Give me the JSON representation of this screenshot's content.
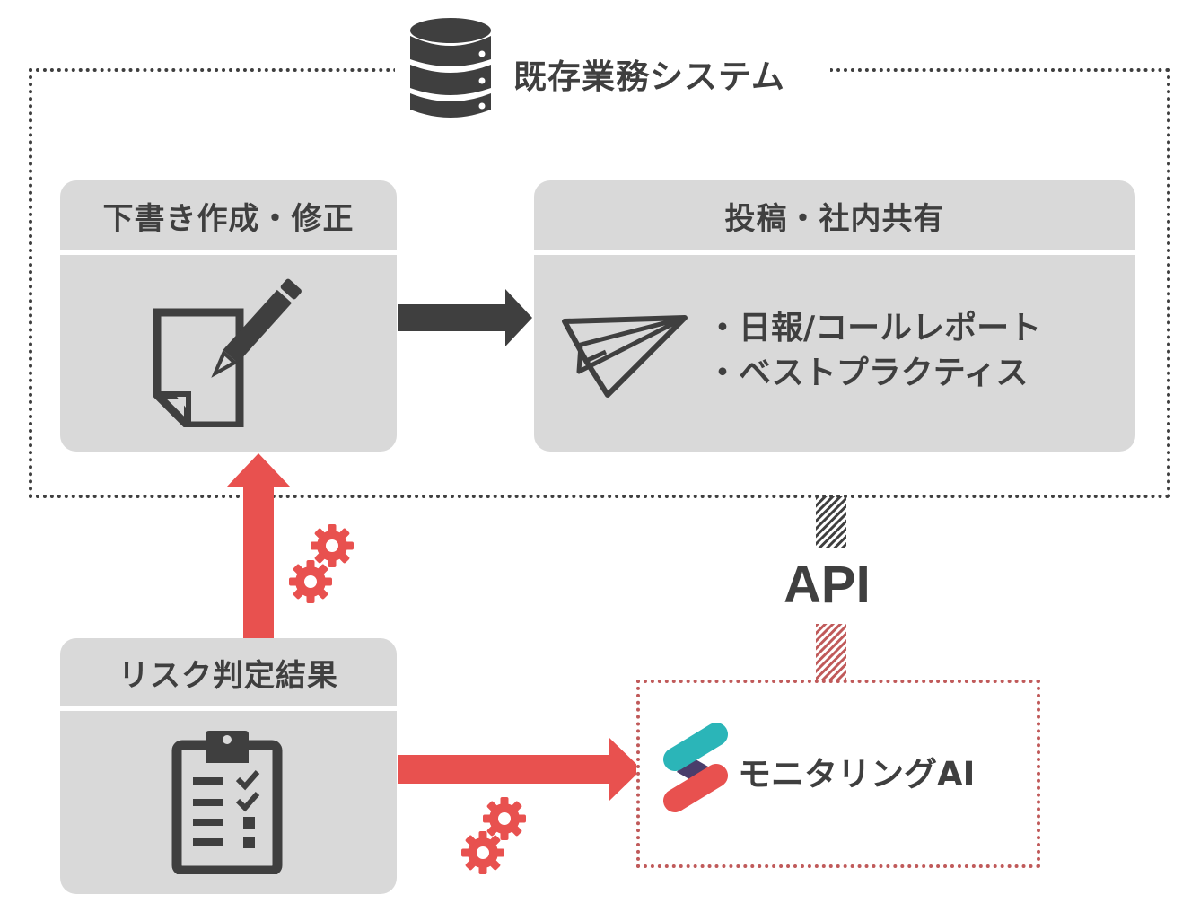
{
  "system": {
    "title": "既存業務システム",
    "icon": "database-icon"
  },
  "cards": {
    "draft": {
      "title": "下書き作成・修正",
      "icon": "document-pen-icon"
    },
    "post": {
      "title": "投稿・社内共有",
      "icon": "paper-plane-icon",
      "items": [
        "・日報/コールレポート",
        "・ベストプラクティス"
      ]
    },
    "risk": {
      "title": "リスク判定結果",
      "icon": "clipboard-checklist-icon"
    }
  },
  "connector": {
    "label": "API"
  },
  "product": {
    "name": "モニタリングAI",
    "logo": "monitoring-ai-logo"
  },
  "colors": {
    "dark": "#3f3f3f",
    "card": "#d9d9d9",
    "accent_red": "#e8514f",
    "logo_teal": "#2bb5b8",
    "logo_purple": "#4a3d6b",
    "ai_border": "#c05a5a"
  }
}
